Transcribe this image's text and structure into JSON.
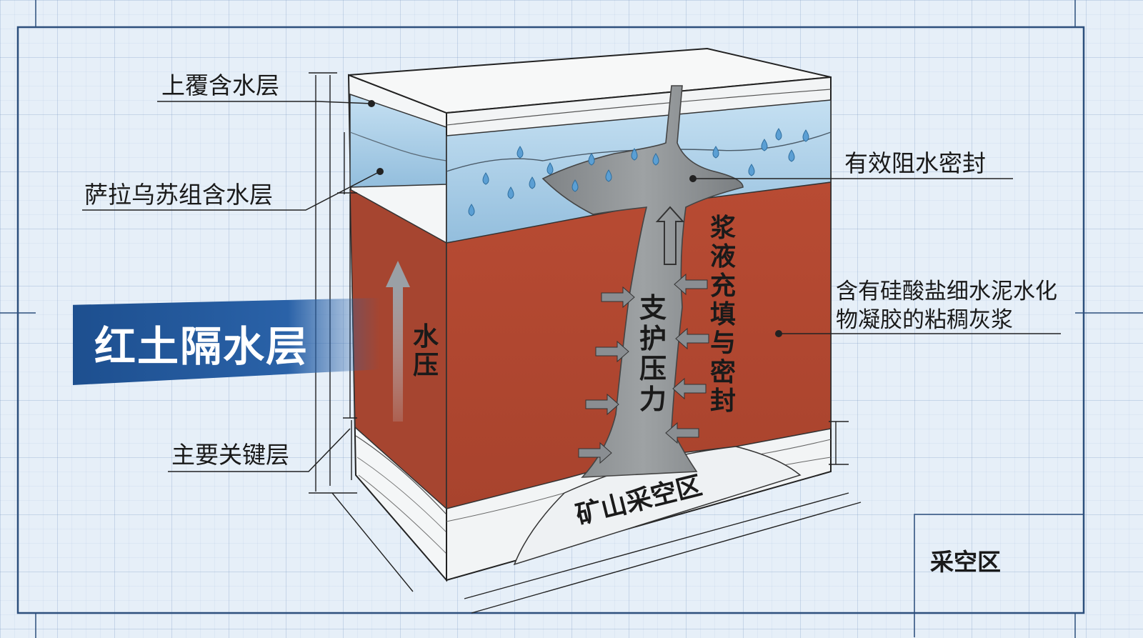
{
  "labels": {
    "overburden_aquifer": "上覆含水层",
    "salawusu_aquifer": "萨拉乌苏组含水层",
    "main_key_stratum": "主要关键层",
    "effective_seal": "有效阻水密封",
    "grout_description": "含有硅酸盐细水泥水化物凝胶的粘稠灰浆"
  },
  "banner": {
    "title": "红土隔水层"
  },
  "in_diagram": {
    "water_pressure": "水压",
    "support_pressure": "支护压力",
    "grout_fill_seal": "浆液充填与密封",
    "mine_goaf": "矿山采空区"
  },
  "corner_box": {
    "label": "采空区"
  },
  "colors": {
    "red_clay": "#b34a32",
    "aquifer_blue": "#a9cfe8",
    "grout_gray": "#8e9295",
    "banner_blue": "#1d4f8f",
    "frame_blue": "#2c4f7c"
  },
  "icons": [
    "water-drop-icon",
    "arrow-icon"
  ]
}
